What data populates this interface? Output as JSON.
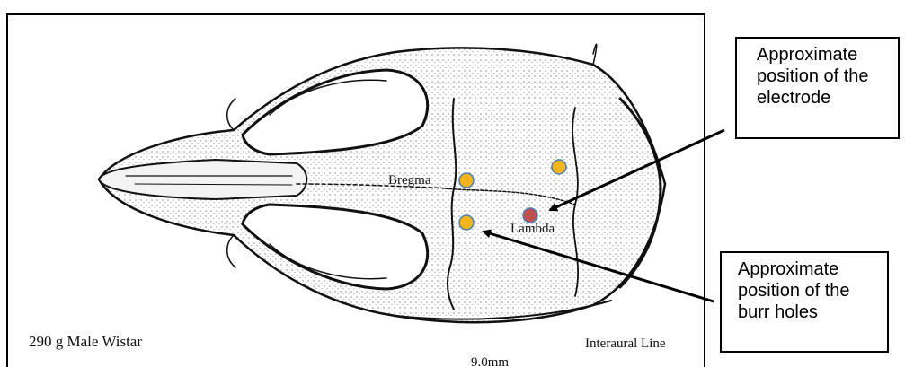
{
  "figure": {
    "labels": {
      "bregma": "Bregma",
      "lambda": "Lambda",
      "specimen": "290 g Male Wistar",
      "interaural": "Interaural Line",
      "scale": "9.0mm"
    },
    "callouts": {
      "electrode": "Approximate position of the electrode",
      "burr_holes": "Approximate position of the burr holes"
    },
    "colors": {
      "burr_hole": "#f5b41a",
      "electrode": "#c0504d",
      "marker_outline": "#4a7ebb",
      "arrow": "#000000"
    }
  }
}
